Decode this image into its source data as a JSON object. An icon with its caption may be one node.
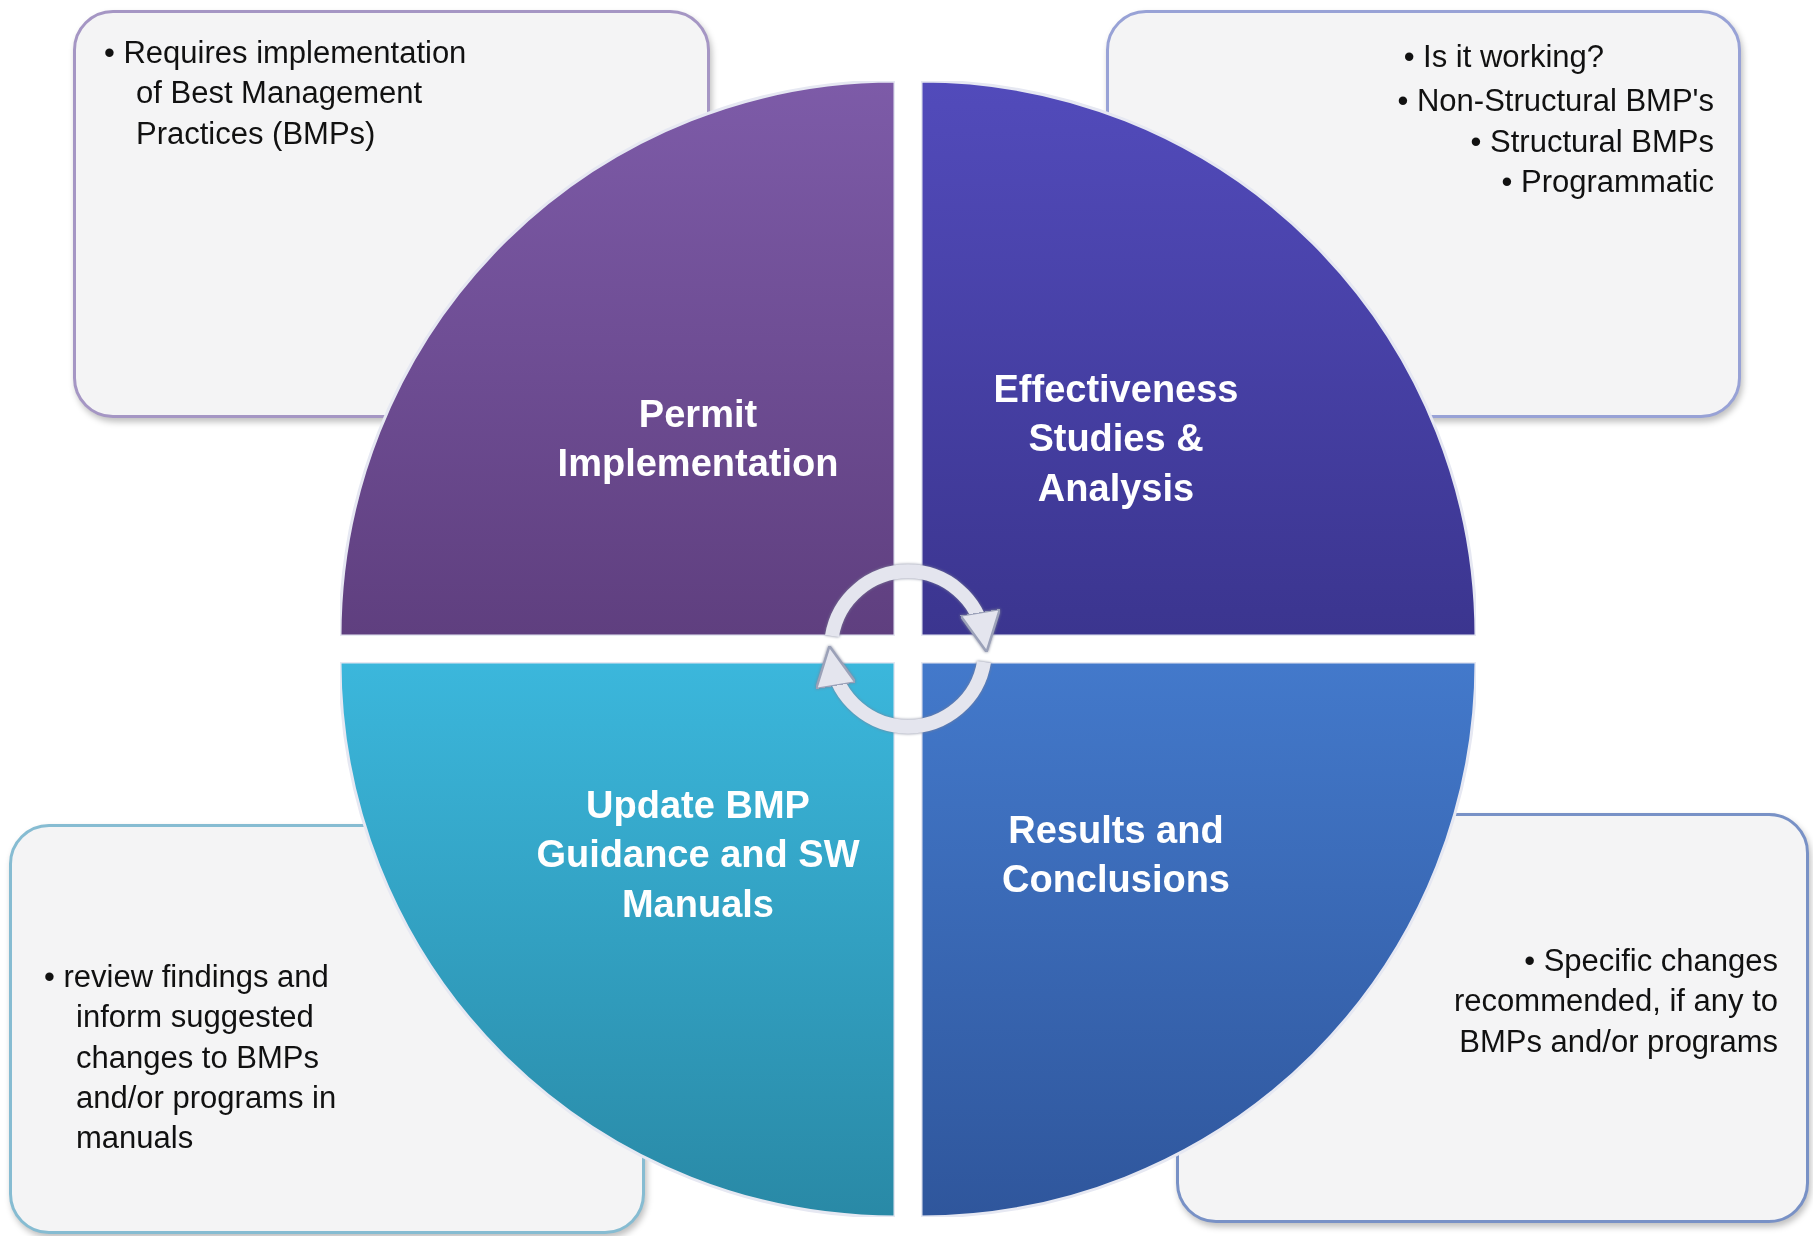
{
  "diagram": {
    "nodes": [
      {
        "text": [
          "• Requires implementation of Best Management Practices (BMPs)"
        ]
      },
      {
        "text": [
          "• Is it working?",
          "• Non-Structural BMP's",
          "• Structural BMPs",
          "• Programmatic"
        ]
      },
      {
        "text": [
          "Permit Implementation"
        ]
      },
      {
        "text": [
          "Effectiveness Studies & Analysis"
        ]
      },
      {
        "text": [
          "Update BMP Guidance and SW Manuals"
        ]
      },
      {
        "text": [
          "Results and Conclusions"
        ]
      },
      {
        "text": [
          "• review findings and inform suggested changes to BMPs and/or programs in manuals"
        ]
      },
      {
        "text": [
          "• Specific changes recommended, if any to BMPs and/or programs"
        ]
      }
    ],
    "edges": [
      {
        "from": 2,
        "to": 3,
        "arrow": "to"
      },
      {
        "from": 5,
        "to": 4,
        "arrow": "to"
      }
    ]
  }
}
